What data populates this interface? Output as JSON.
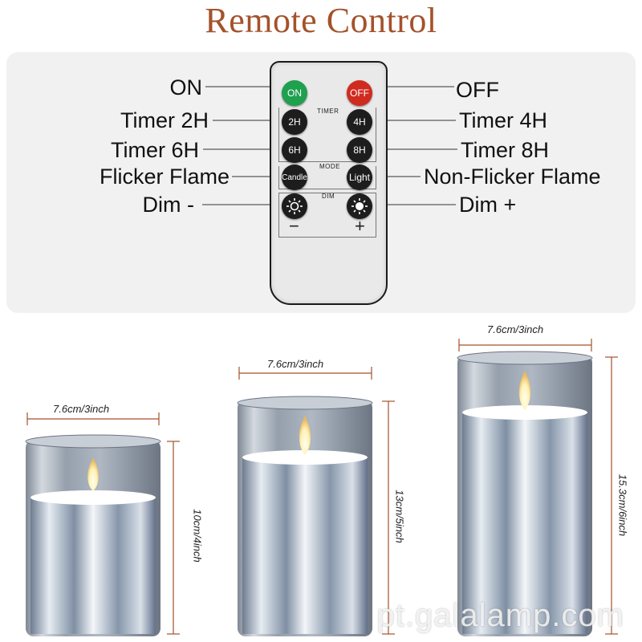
{
  "title": "Remote Control",
  "remote": {
    "left_labels": [
      "ON",
      "Timer 2H",
      "Timer 6H",
      "Flicker Flame",
      "Dim -"
    ],
    "right_labels": [
      "OFF",
      "Timer 4H",
      "Timer 8H",
      "Non-Flicker Flame",
      "Dim +"
    ],
    "buttons": {
      "on": "ON",
      "off": "OFF",
      "t2": "2H",
      "t4": "4H",
      "t6": "6H",
      "t8": "8H",
      "candle": "Candle",
      "light": "Light"
    },
    "sections": {
      "timer": "TIMER",
      "mode": "MODE",
      "dim": "DIM"
    },
    "dim_minus": "−",
    "dim_plus": "+"
  },
  "candles": [
    {
      "width_label": "7.6cm/3inch",
      "height_label": "10cm/4inch"
    },
    {
      "width_label": "7.6cm/3inch",
      "height_label": "13cm/5inch"
    },
    {
      "width_label": "7.6cm/3inch",
      "height_label": "15.3cm/6inch"
    }
  ],
  "watermark": "pt.galalamp.com",
  "colors": {
    "title": "#a4522b",
    "on_button": "#1fa04f",
    "off_button": "#d02b20",
    "glass": "#8e98a4",
    "wax": "#ffffff"
  }
}
